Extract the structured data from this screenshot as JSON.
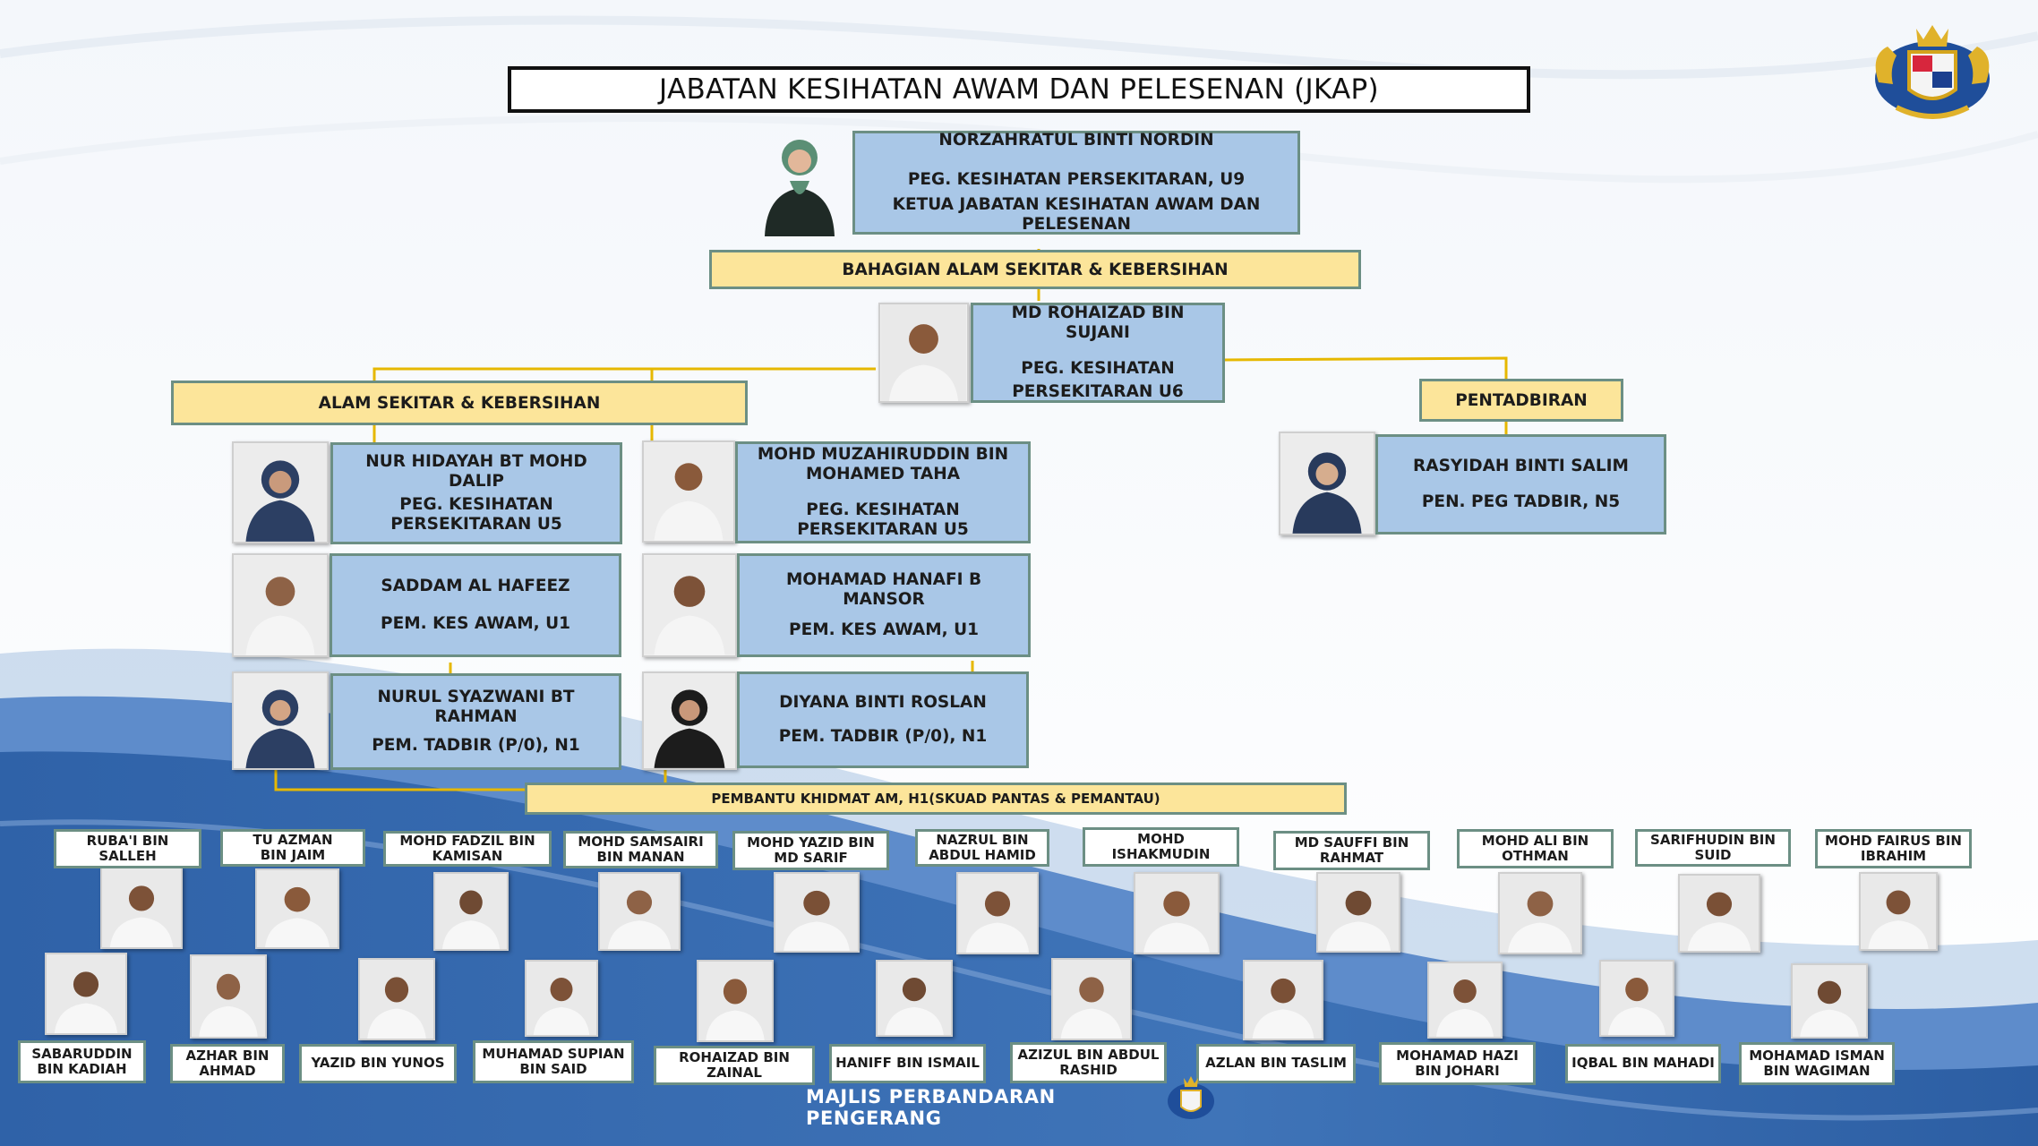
{
  "title": "JABATAN KESIHATAN AWAM DAN PELESENAN (JKAP)",
  "head": {
    "name": "NORZAHRATUL BINTI NORDIN",
    "line1": "PEG. KESIHATAN PERSEKITARAN, U9",
    "line2": "KETUA JABATAN KESIHATAN AWAM DAN PELESENAN"
  },
  "sections": {
    "bahagian": "BAHAGIAN ALAM SEKITAR & KEBERSIHAN",
    "alam": "ALAM SEKITAR & KEBERSIHAN",
    "pentadbiran": "PENTADBIRAN",
    "phk": "PEMBANTU KHIDMAT AM, H1(SKUAD PANTAS & PEMANTAU)"
  },
  "sujani": {
    "name": "MD ROHAIZAD BIN SUJANI",
    "line1": "PEG. KESIHATAN",
    "line2": "PERSEKITARAN U6"
  },
  "nurhidayah": {
    "name": "NUR HIDAYAH BT MOHD DALIP",
    "role": "PEG. KESIHATAN PERSEKITARAN U5"
  },
  "muzahiruddin": {
    "name1": "MOHD MUZAHIRUDDIN BIN",
    "name2": "MOHAMED TAHA",
    "role": "PEG. KESIHATAN PERSEKITARAN U5"
  },
  "rasyidah": {
    "name": "RASYIDAH BINTI SALIM",
    "role": "PEN. PEG TADBIR, N5"
  },
  "saddam": {
    "name": "SADDAM AL HAFEEZ",
    "role": "PEM. KES AWAM, U1"
  },
  "hanafi": {
    "name": "MOHAMAD HANAFI B MANSOR",
    "role": "PEM. KES AWAM, U1"
  },
  "syazwani": {
    "name": "NURUL SYAZWANI BT RAHMAN",
    "role": "PEM. TADBIR (P/0), N1"
  },
  "diyana": {
    "name": "DIYANA BINTI ROSLAN",
    "role": "PEM. TADBIR (P/0), N1"
  },
  "staff_top": [
    {
      "l1": "RUBA'I BIN SALLEH",
      "l2": ""
    },
    {
      "l1": "TU AZMAN",
      "l2": "BIN JAIM"
    },
    {
      "l1": "MOHD FADZIL BIN",
      "l2": "KAMISAN"
    },
    {
      "l1": "MOHD SAMSAIRI",
      "l2": "BIN MANAN"
    },
    {
      "l1": "MOHD YAZID BIN",
      "l2": "MD SARIF"
    },
    {
      "l1": "NAZRUL BIN",
      "l2": "ABDUL HAMID"
    },
    {
      "l1": "MOHD ISHAKMUDIN",
      "l2": ""
    },
    {
      "l1": "MD SAUFFI BIN",
      "l2": "RAHMAT"
    },
    {
      "l1": "MOHD ALI BIN",
      "l2": "OTHMAN"
    },
    {
      "l1": "SARIFHUDIN BIN",
      "l2": "SUID"
    },
    {
      "l1": "MOHD FAIRUS BIN",
      "l2": "IBRAHIM"
    }
  ],
  "staff_bottom": [
    {
      "l1": "SABARUDDIN",
      "l2": "BIN KADIAH"
    },
    {
      "l1": "AZHAR BIN",
      "l2": "AHMAD"
    },
    {
      "l1": "YAZID BIN YUNOS",
      "l2": ""
    },
    {
      "l1": "MUHAMAD SUPIAN",
      "l2": "BIN SAID"
    },
    {
      "l1": "ROHAIZAD BIN",
      "l2": "ZAINAL"
    },
    {
      "l1": "HANIFF BIN ISMAIL",
      "l2": ""
    },
    {
      "l1": "AZIZUL BIN ABDUL",
      "l2": "RASHID"
    },
    {
      "l1": "AZLAN BIN TASLIM",
      "l2": ""
    },
    {
      "l1": "MOHAMAD HAZI",
      "l2": "BIN JOHARI"
    },
    {
      "l1": "IQBAL BIN MAHADI",
      "l2": ""
    },
    {
      "l1": "MOHAMAD ISMAN",
      "l2": "BIN WAGIMAN"
    }
  ],
  "footer": "MAJLIS PERBANDARAN PENGERANG",
  "colors": {
    "box_blue": "#a9c7e7",
    "box_yellow": "#fce59a",
    "connector": "#e6b800",
    "band_blue": "#3e70b4"
  }
}
